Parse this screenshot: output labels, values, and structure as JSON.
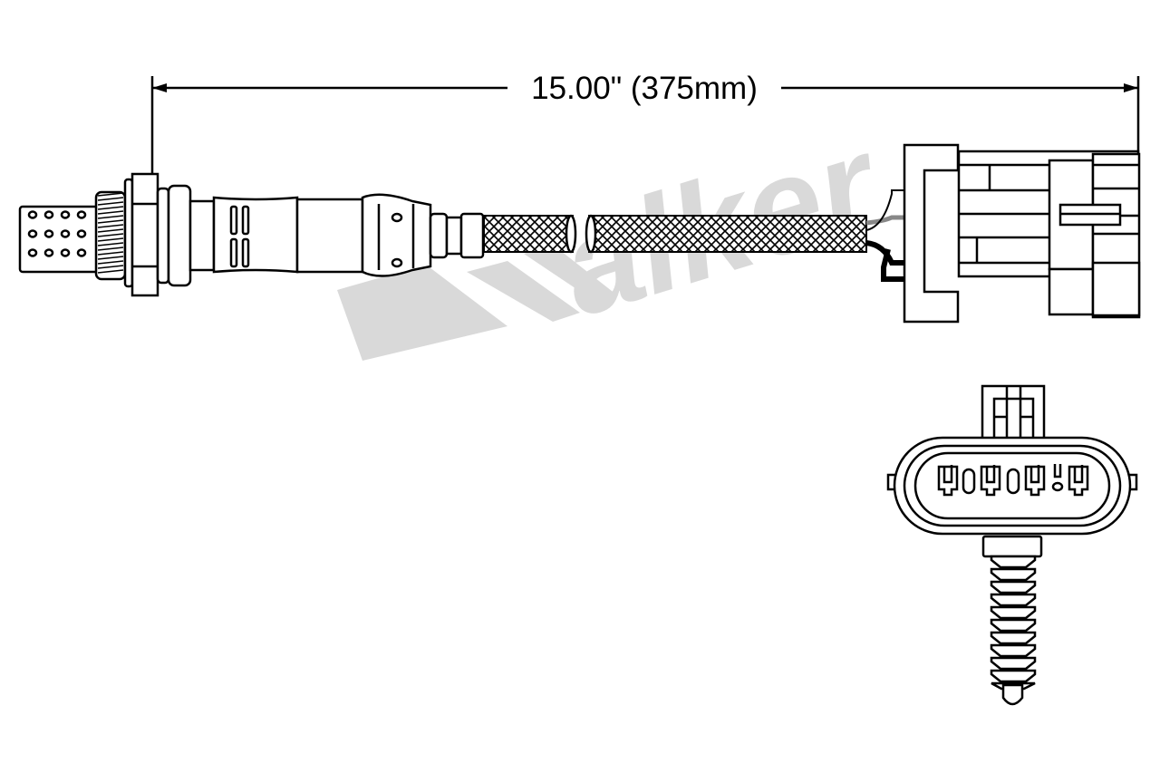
{
  "dimension": {
    "label": "15.00\" (375mm)"
  },
  "watermark": {
    "logo_text": "Walker",
    "color": "#d9d9d9"
  },
  "colors": {
    "line": "#000000",
    "background": "#ffffff",
    "wire_gray": "#888888",
    "wire_black": "#000000"
  },
  "parts": [
    "oxygen-sensor-probe",
    "braided-cable",
    "connector-side-view",
    "connector-front-view"
  ]
}
